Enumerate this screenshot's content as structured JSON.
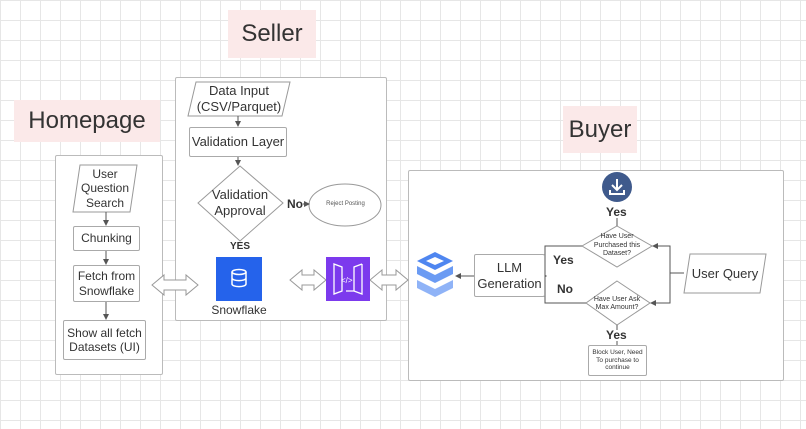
{
  "sections": {
    "seller": "Seller",
    "homepage": "Homepage",
    "buyer": "Buyer"
  },
  "homepage": {
    "user_question": "User Question Search",
    "chunking": "Chunking",
    "fetch": "Fetch from Snowflake",
    "show": "Show all fetch Datasets (UI)"
  },
  "seller": {
    "data_input": "Data Input (CSV/Parquet)",
    "validation_layer": "Validation Layer",
    "validation_approval": "Validation Approval",
    "no": "No",
    "reject": "Reject Posting",
    "yes": "YES",
    "snowflake": "Snowflake"
  },
  "buyer": {
    "yes_top": "Yes",
    "purchased": "Have User Purchased this Dataset?",
    "yes_left": "Yes",
    "llm": "LLM Generation",
    "no": "No",
    "max_amount": "Have User Ask Max Amount?",
    "yes_bottom": "Yes",
    "block": "Block User, Need To purchase to continue",
    "user_query": "User Query"
  },
  "colors": {
    "label_bg": "#fbe9e9",
    "snowflake": "#2563eb",
    "api": "#7c3aed",
    "download": "#3f5a8c",
    "stack": "#4f86f0"
  },
  "icons": [
    "database-icon",
    "api-gateway-icon",
    "download-icon",
    "stack-icon"
  ]
}
